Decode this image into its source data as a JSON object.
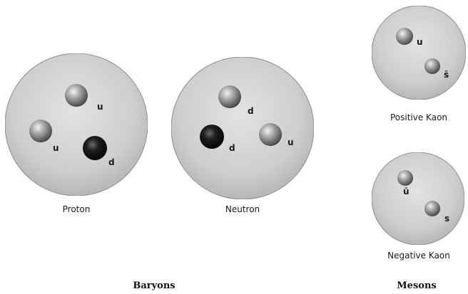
{
  "colors": {
    "particle_fill": "#cfcfcf",
    "particle_edge": "#8c8c8c",
    "quark_light": "#b9b9b9",
    "quark_dark": "#1b1b1b",
    "text": "#1a1a1a"
  },
  "particles": [
    {
      "id": "proton",
      "caption": "Proton",
      "quarks": [
        {
          "label": "u",
          "shade": "light"
        },
        {
          "label": "u",
          "shade": "light"
        },
        {
          "label": "d",
          "shade": "dark"
        }
      ]
    },
    {
      "id": "neutron",
      "caption": "Neutron",
      "quarks": [
        {
          "label": "d",
          "shade": "light"
        },
        {
          "label": "d",
          "shade": "dark"
        },
        {
          "label": "u",
          "shade": "light"
        }
      ]
    },
    {
      "id": "positive-kaon",
      "caption": "Positive Kaon",
      "quarks": [
        {
          "label": "u",
          "shade": "light"
        },
        {
          "label": "s̄",
          "shade": "light"
        }
      ]
    },
    {
      "id": "negative-kaon",
      "caption": "Negative Kaon",
      "quarks": [
        {
          "label": "ū",
          "shade": "light"
        },
        {
          "label": "s",
          "shade": "light"
        }
      ]
    }
  ],
  "groups": {
    "baryons": "Baryons",
    "mesons": "Mesons"
  }
}
